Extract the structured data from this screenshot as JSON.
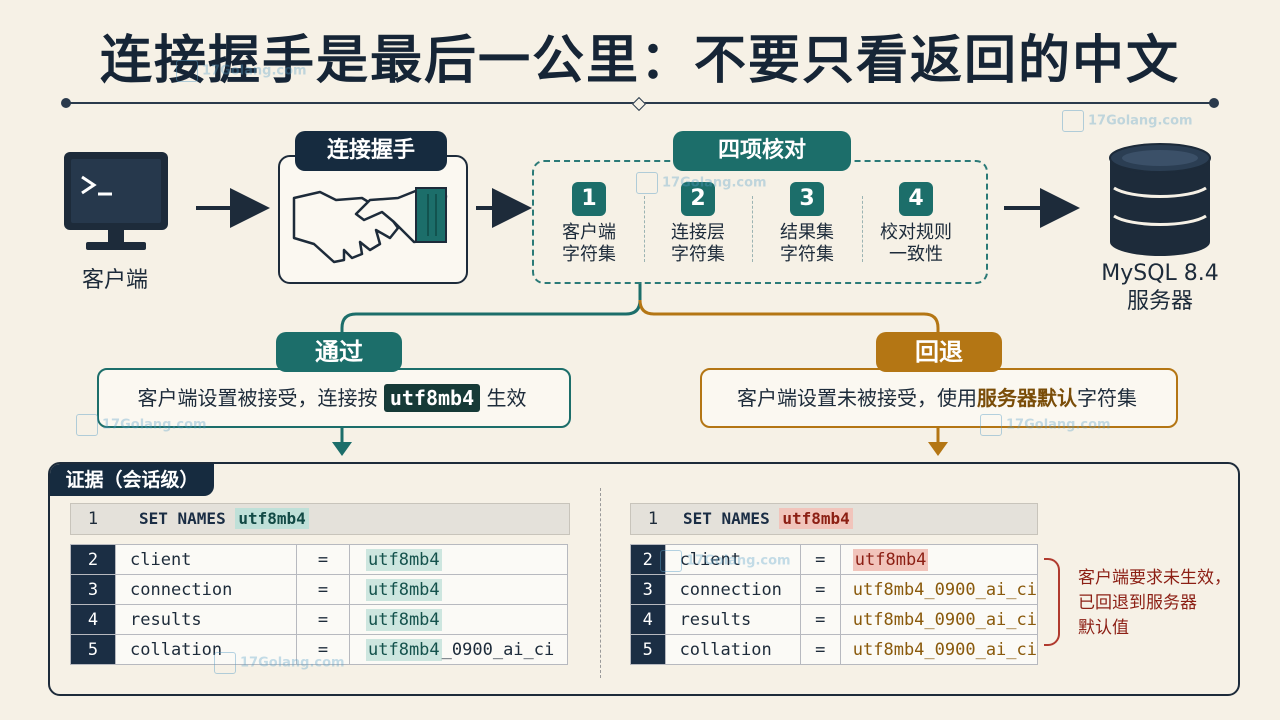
{
  "title": "连接握手是最后一公里：不要只看返回的中文",
  "client": {
    "label": "客户端"
  },
  "server": {
    "line1": "MySQL 8.4",
    "line2": "服务器"
  },
  "handshake": {
    "label": "连接握手"
  },
  "checks": {
    "label": "四项核对",
    "items": [
      {
        "num": "1",
        "line1": "客户端",
        "line2": "字符集"
      },
      {
        "num": "2",
        "line1": "连接层",
        "line2": "字符集"
      },
      {
        "num": "3",
        "line1": "结果集",
        "line2": "字符集"
      },
      {
        "num": "4",
        "line1": "校对规则",
        "line2": "一致性"
      }
    ]
  },
  "pass": {
    "label": "通过",
    "text_before": "客户端设置被接受，连接按 ",
    "highlight": "utf8mb4",
    "text_after": " 生效"
  },
  "fail": {
    "label": "回退",
    "text_before": "客户端设置未被接受，使用",
    "highlight": "服务器默认",
    "text_after": "字符集"
  },
  "evidence": {
    "label": "证据（会话级）",
    "left": {
      "set_num": "1",
      "set_cmd": "SET NAMES ",
      "set_val": "utf8mb4",
      "rows": [
        {
          "num": "2",
          "key": "client",
          "eq": "=",
          "val_hl": "utf8mb4",
          "val_rest": ""
        },
        {
          "num": "3",
          "key": "connection",
          "eq": "=",
          "val_hl": "utf8mb4",
          "val_rest": ""
        },
        {
          "num": "4",
          "key": "results",
          "eq": "=",
          "val_hl": "utf8mb4",
          "val_rest": ""
        },
        {
          "num": "5",
          "key": "collation",
          "eq": "=",
          "val_hl": "utf8mb4",
          "val_rest": "_0900_ai_ci"
        }
      ]
    },
    "right": {
      "set_num": "1",
      "set_cmd": "SET NAMES ",
      "set_val": "utf8mb4",
      "rows": [
        {
          "num": "2",
          "key": "client",
          "eq": "=",
          "val": "utf8mb4"
        },
        {
          "num": "3",
          "key": "connection",
          "eq": "=",
          "val": "utf8mb4_0900_ai_ci"
        },
        {
          "num": "4",
          "key": "results",
          "eq": "=",
          "val": "utf8mb4_0900_ai_ci"
        },
        {
          "num": "5",
          "key": "collation",
          "eq": "=",
          "val": "utf8mb4_0900_ai_ci"
        }
      ]
    },
    "note": {
      "line1": "客户端要求未生效，",
      "line2": "已回退到服务器",
      "line3": "默认值"
    }
  },
  "watermark": "17Golang.com",
  "colors": {
    "navy": "#162b3f",
    "teal": "#1c6e6a",
    "amber": "#b47614",
    "red": "#8c1f14",
    "background": "#f6f1e6"
  }
}
